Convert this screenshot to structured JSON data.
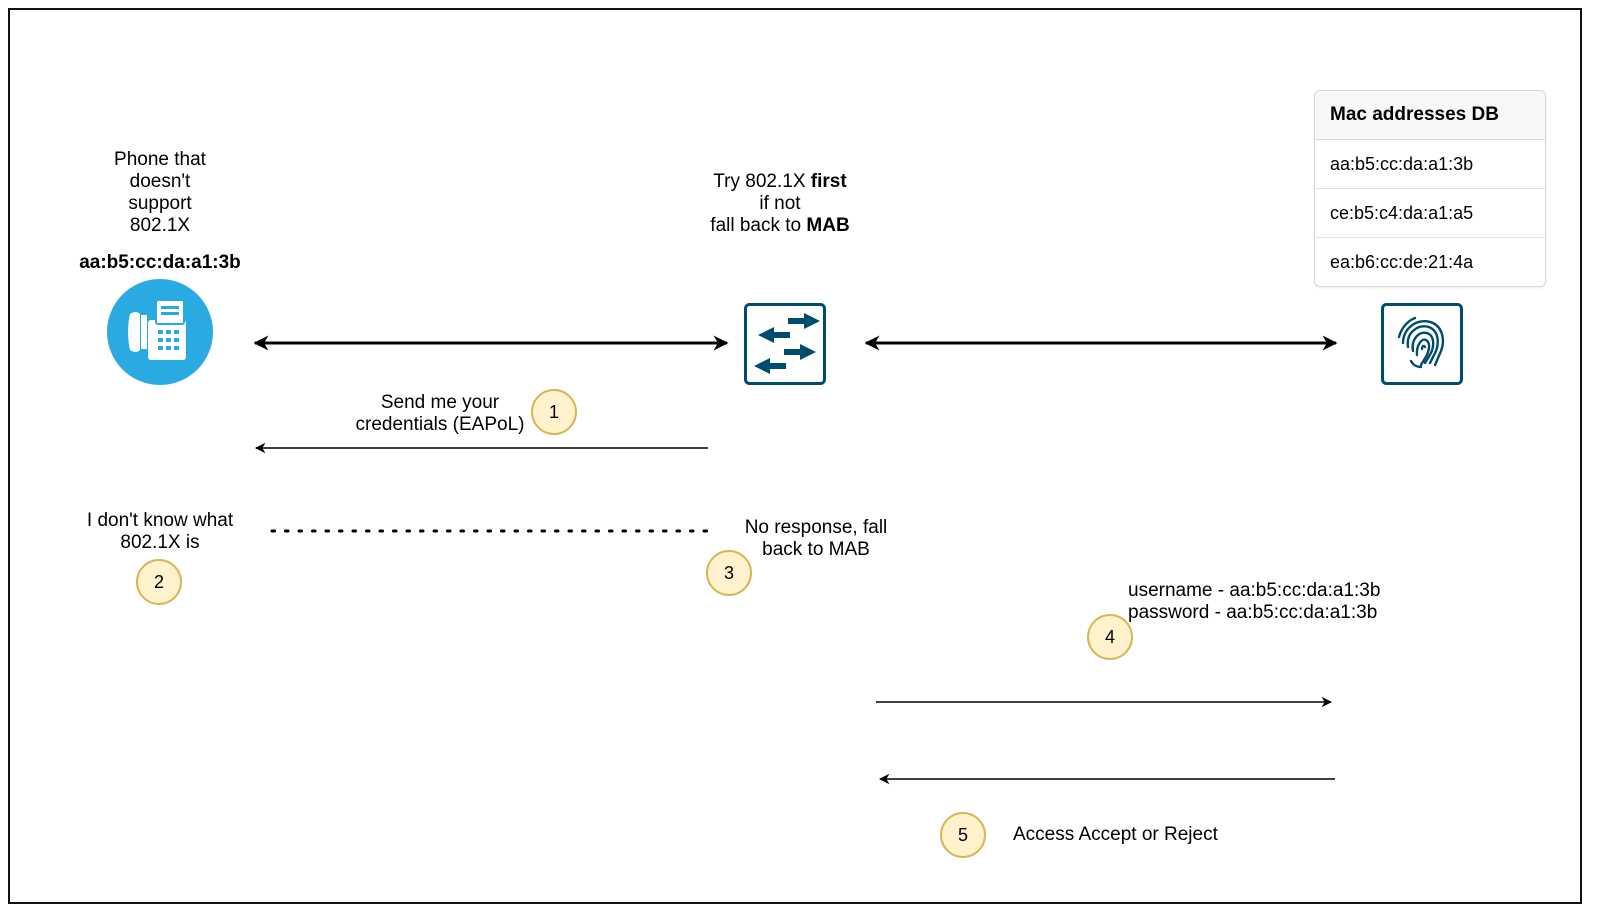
{
  "phone": {
    "caption_lines": [
      "Phone that",
      "doesn't",
      "support",
      "802.1X"
    ],
    "mac": "aa:b5:cc:da:a1:3b",
    "icon": "fax-phone-icon",
    "icon_color": "#29aae1"
  },
  "switch": {
    "label_line1_prefix": "Try 802.1X ",
    "label_line1_bold": "first",
    "label_line2": "if not",
    "label_line3_prefix": "fall back to ",
    "label_line3_bold": "MAB",
    "icon": "network-switch-icon",
    "icon_color": "#004c6c"
  },
  "server": {
    "icon": "fingerprint-server-icon",
    "icon_color": "#004c6c"
  },
  "mac_db": {
    "title": "Mac addresses DB",
    "rows": [
      "aa:b5:cc:da:a1:3b",
      "ce:b5:c4:da:a1:a5",
      "ea:b6:cc:de:21:4a"
    ]
  },
  "steps": [
    {
      "number": "1",
      "text_lines": [
        "Send me your",
        "credentials (EAPoL)"
      ]
    },
    {
      "number": "2",
      "text_lines": [
        "I don't know what",
        "802.1X is"
      ]
    },
    {
      "number": "3",
      "text_lines": [
        "No response, fall",
        "back to MAB"
      ]
    },
    {
      "number": "4",
      "text_lines": [
        "username - aa:b5:cc:da:a1:3b",
        "password - aa:b5:cc:da:a1:3b"
      ]
    },
    {
      "number": "5",
      "text_lines": [
        "Access Accept or Reject"
      ]
    }
  ],
  "colors": {
    "badge_fill": "#fff2cc",
    "badge_stroke": "#d6b656",
    "line": "#000000"
  }
}
